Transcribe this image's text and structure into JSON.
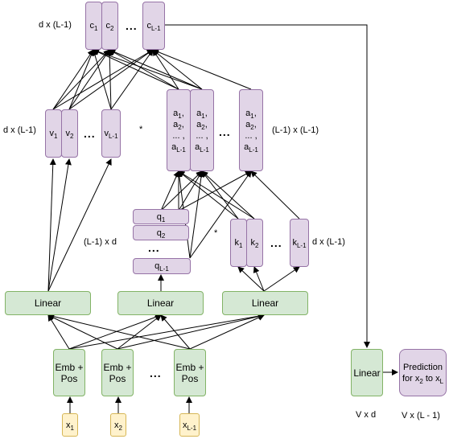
{
  "labels": {
    "c_dim": "d x (L-1)",
    "v_dim": "d x (L-1)",
    "a_dim": "(L-1) x (L-1)",
    "q_dim": "(L-1) x d",
    "k_dim": "d x (L-1)",
    "lin_dim": "V x d",
    "pred_dim": "V x (L - 1)",
    "star": "*",
    "dots": "..."
  },
  "c": [
    {
      "base": "c",
      "sub": "1"
    },
    {
      "base": "c",
      "sub": "2"
    },
    {
      "base": "c",
      "sub": "L-1"
    }
  ],
  "v": [
    {
      "base": "v",
      "sub": "1"
    },
    {
      "base": "v",
      "sub": "2"
    },
    {
      "base": "v",
      "sub": "L-1"
    }
  ],
  "a_col": [
    {
      "l1b": "a",
      "l1s": "1",
      "l1t": ",",
      "l2b": "a",
      "l2s": "2",
      "l2t": ",",
      "l3": "... ,",
      "l4b": "a",
      "l4s": "L-1"
    },
    {
      "l1b": "a",
      "l1s": "1",
      "l1t": ",",
      "l2b": "a",
      "l2s": "2",
      "l2t": ",",
      "l3": "... ,",
      "l4b": "a",
      "l4s": "L-1"
    },
    {
      "l1b": "a",
      "l1s": "1",
      "l1t": ",",
      "l2b": "a",
      "l2s": "2",
      "l2t": ",",
      "l3": "... ,",
      "l4b": "a",
      "l4s": "L-1"
    }
  ],
  "q": [
    {
      "base": "q",
      "sub": "1"
    },
    {
      "base": "q",
      "sub": "2"
    },
    {
      "base": "q",
      "sub": "L-1"
    }
  ],
  "k": [
    {
      "base": "k",
      "sub": "1"
    },
    {
      "base": "k",
      "sub": "2"
    },
    {
      "base": "k",
      "sub": "L-1"
    }
  ],
  "linear": [
    "Linear",
    "Linear",
    "Linear",
    "Linear"
  ],
  "emb": {
    "line1": "Emb +",
    "line2": "Pos"
  },
  "x": [
    {
      "base": "x",
      "sub": "1"
    },
    {
      "base": "x",
      "sub": "2"
    },
    {
      "base": "x",
      "sub": "L-1"
    }
  ],
  "prediction": {
    "line1": "Prediction",
    "line2a": "for x",
    "sub2": "2",
    "mid": " to x",
    "subL": "L"
  },
  "colors": {
    "purple_fill": "#e1d5e7",
    "purple_stroke": "#9673a6",
    "green_fill": "#d5e8d4",
    "green_stroke": "#82b366",
    "yellow_fill": "#fff2cc",
    "yellow_stroke": "#d6b656"
  }
}
